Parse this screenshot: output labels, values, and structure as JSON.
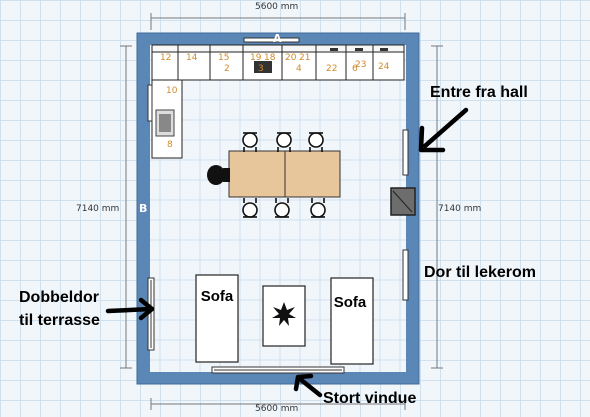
{
  "dimensions": {
    "top": "5600 mm",
    "bottom": "5600 mm",
    "left": "7140 mm",
    "right": "7140 mm"
  },
  "walls": {
    "top": "A",
    "left": "B"
  },
  "annotations": {
    "entrance": "Entre fra hall",
    "playroom_door": "Dor til lekerom",
    "double_door_line1": "Dobbeldor",
    "double_door_line2": "til terrasse",
    "big_window": "Stort vindue"
  },
  "sofas": {
    "left": "Sofa",
    "right": "Sofa"
  },
  "cabinet_numbers": [
    "12",
    "14",
    "15",
    "2",
    "19",
    "18",
    "3",
    "20",
    "21",
    "4",
    "22",
    "6",
    "23",
    "24",
    "10",
    "8"
  ],
  "colors": {
    "wall": "#5b87b7",
    "table": "#e8c69b",
    "cabinet_number": "#d08a2a",
    "grid": "#cfe0ef"
  }
}
